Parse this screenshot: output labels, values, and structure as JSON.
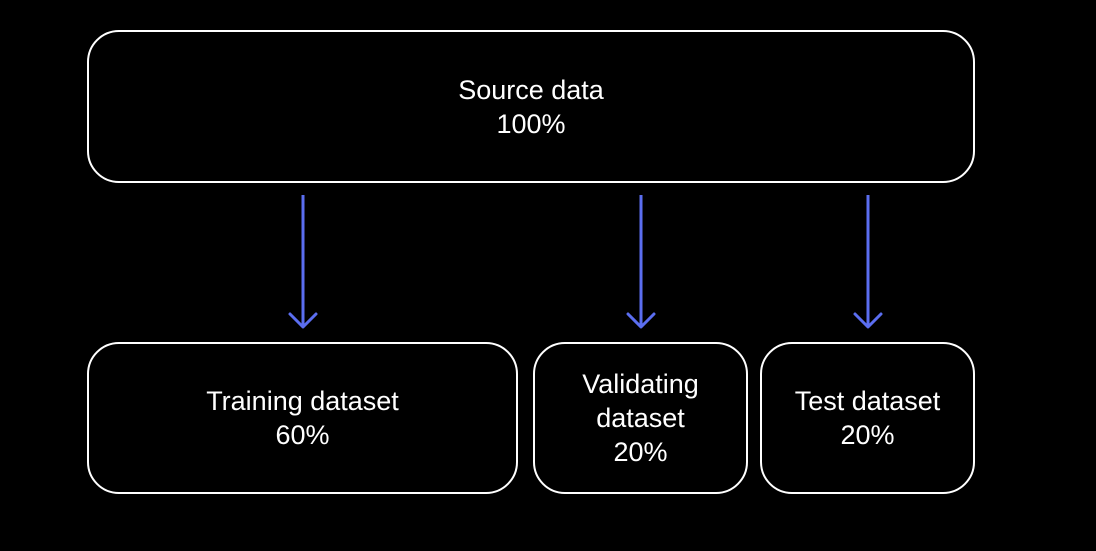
{
  "colors": {
    "background": "#000000",
    "box_border": "#ffffff",
    "text": "#ffffff",
    "arrow": "#5b6ef0"
  },
  "source": {
    "label": "Source data",
    "percent": "100%"
  },
  "splits": [
    {
      "label": "Training dataset",
      "percent": "60%"
    },
    {
      "label_line1": "Validating",
      "label_line2": "dataset",
      "percent": "20%"
    },
    {
      "label": "Test dataset",
      "percent": "20%"
    }
  ]
}
